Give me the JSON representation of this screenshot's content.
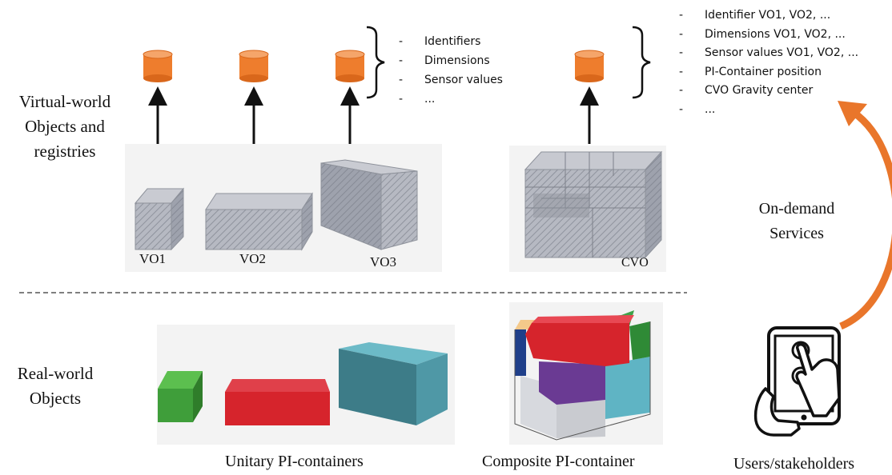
{
  "sections": {
    "virtual_label": [
      "Virtual-world",
      "Objects and",
      "registries"
    ],
    "real_label": [
      "Real-world",
      "Objects"
    ]
  },
  "virtual_objects": [
    {
      "label": "VO1"
    },
    {
      "label": "VO2"
    },
    {
      "label": "VO3"
    }
  ],
  "composite_virtual_object": {
    "label": "CVO"
  },
  "vo_attributes": [
    "Identifiers",
    "Dimensions",
    "Sensor values",
    "..."
  ],
  "cvo_attributes": [
    "Identifier VO1, VO2, ...",
    "Dimensions VO1, VO2, ...",
    "Sensor values VO1, VO2, ...",
    "PI-Container position",
    "CVO Gravity center",
    "..."
  ],
  "services_label": [
    "On-demand",
    "Services"
  ],
  "bottom_labels": {
    "unitary": "Unitary PI-containers",
    "composite": "Composite PI-container",
    "users": "Users/stakeholders"
  },
  "colors": {
    "registry_orange": "#ee7d2d",
    "arrow_orange": "#e9762b",
    "green": "#3f9e3a",
    "red": "#d6242c",
    "teal": "#4f98a6",
    "purple": "#6a3a93",
    "navy": "#2c3d7a",
    "grey_box": "#a9adb7"
  }
}
